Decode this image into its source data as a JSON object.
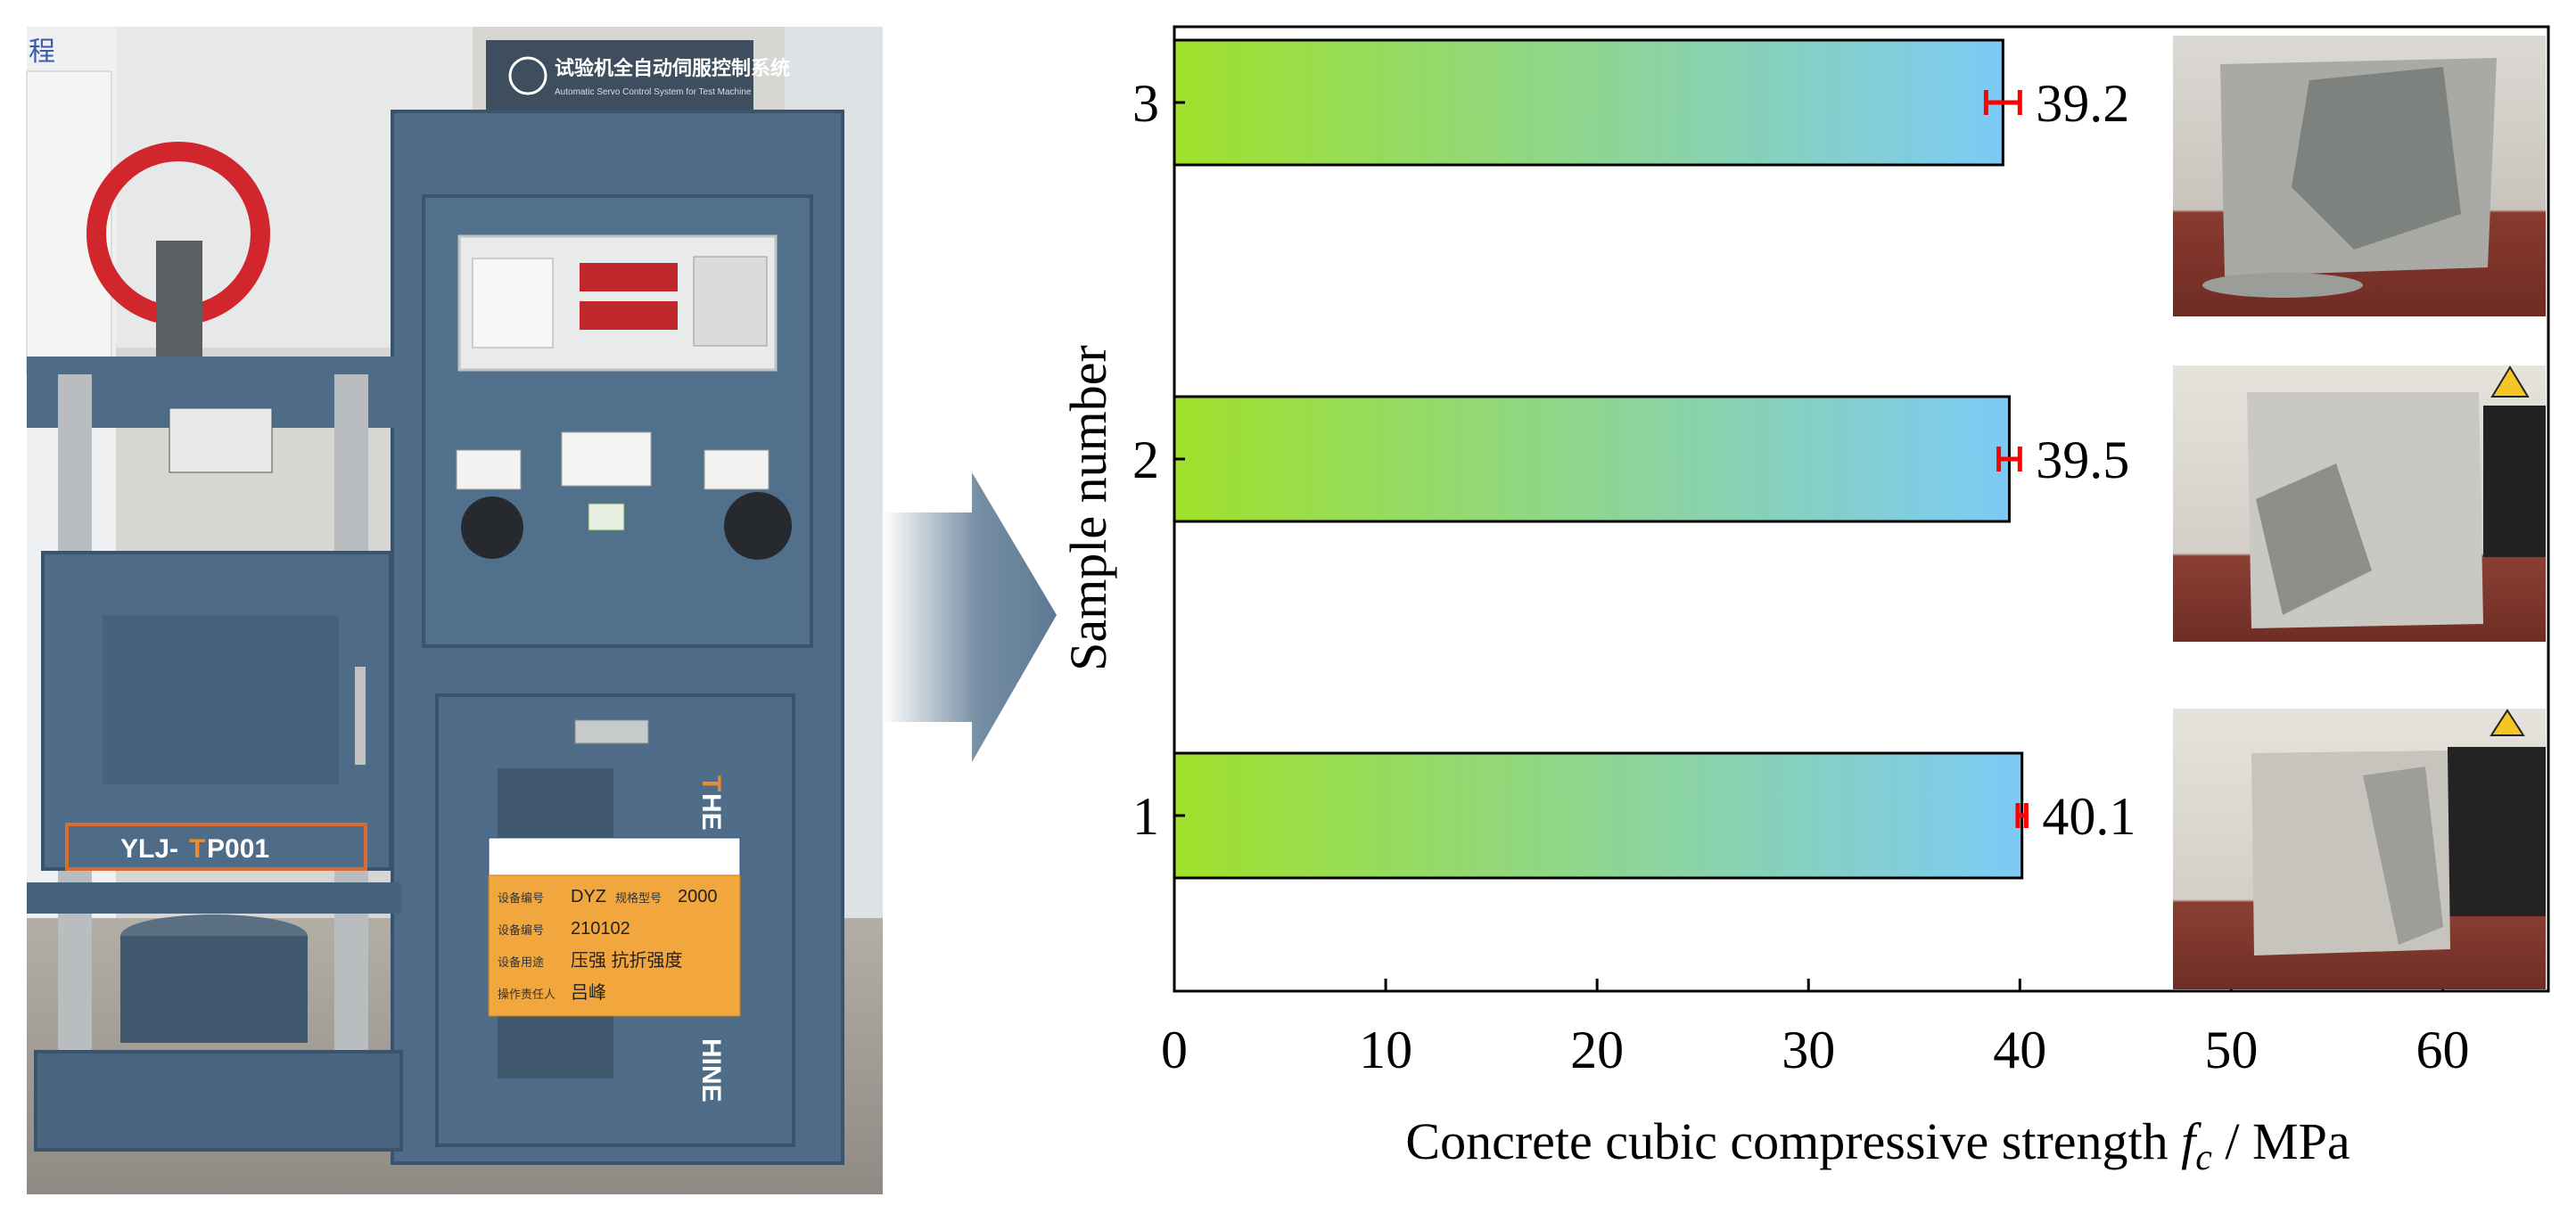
{
  "photo": {
    "panel_title_cn": "试验机全自动伺服控制系统",
    "panel_title_en": "Automatic Servo Control System for Test Machine",
    "frame_label_prefix": "YLJ-",
    "frame_label_accent": "T",
    "frame_label_suffix": "P001",
    "side_text_accent": "T",
    "side_text_rest": "HE",
    "side_text_bottom": "HINE",
    "wall_poster_char": "程",
    "tag_rows": [
      {
        "label": "设备编号",
        "value": "DYZ",
        "label2": "规格型号",
        "value2": "2000"
      },
      {
        "label": "设备编号",
        "value": "210102"
      },
      {
        "label": "设备用途",
        "value": "压强 抗折强度"
      },
      {
        "label": "操作责任人",
        "value": "吕峰"
      }
    ]
  },
  "colors": {
    "bar_start": "#9fe02a",
    "bar_end": "#7ccaf6",
    "error_bar": "#ff0000",
    "arrow": "#5d7a93",
    "machine": "#4e6b87"
  },
  "chart_data": {
    "type": "bar",
    "orientation": "horizontal",
    "categories": [
      "3",
      "2",
      "1"
    ],
    "values": [
      39.2,
      39.5,
      40.1
    ],
    "value_labels": [
      "39.2",
      "39.5",
      "40.1"
    ],
    "errors": [
      0.8,
      0.5,
      0.2
    ],
    "xlabel_main": "Concrete cubic compressive strength ",
    "xlabel_symbol": "f",
    "xlabel_sub": "c",
    "xlabel_unit": " / MPa",
    "ylabel": "Sample number",
    "xlim": [
      0,
      65
    ],
    "xticks": [
      0,
      10,
      20,
      30,
      40,
      50,
      60
    ],
    "grid": false,
    "legend": "none"
  }
}
